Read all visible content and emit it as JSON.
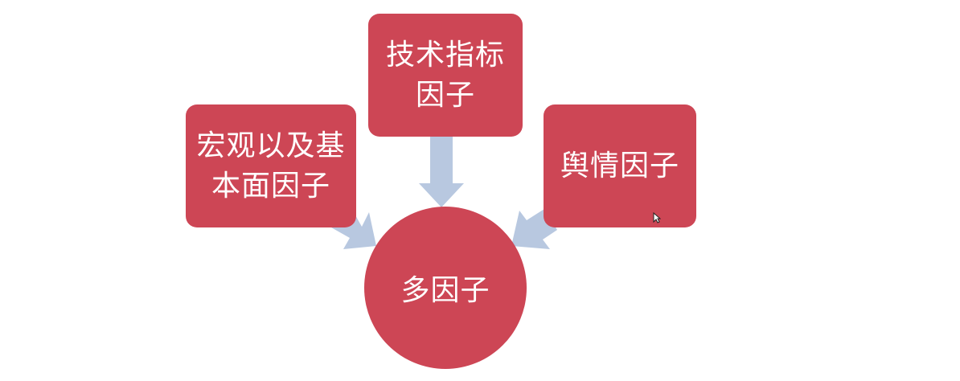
{
  "colors": {
    "node_fill": "#cd4655",
    "arrow_fill": "#b8c8e0",
    "text": "#ffffff"
  },
  "diagram": {
    "factors": [
      {
        "id": "macro",
        "label_line1": "宏观以及基",
        "label_line2": "本面因子"
      },
      {
        "id": "technical",
        "label_line1": "技术指标",
        "label_line2": "因子"
      },
      {
        "id": "sentiment",
        "label_line1": "舆情因子"
      }
    ],
    "center": {
      "label": "多因子"
    }
  }
}
